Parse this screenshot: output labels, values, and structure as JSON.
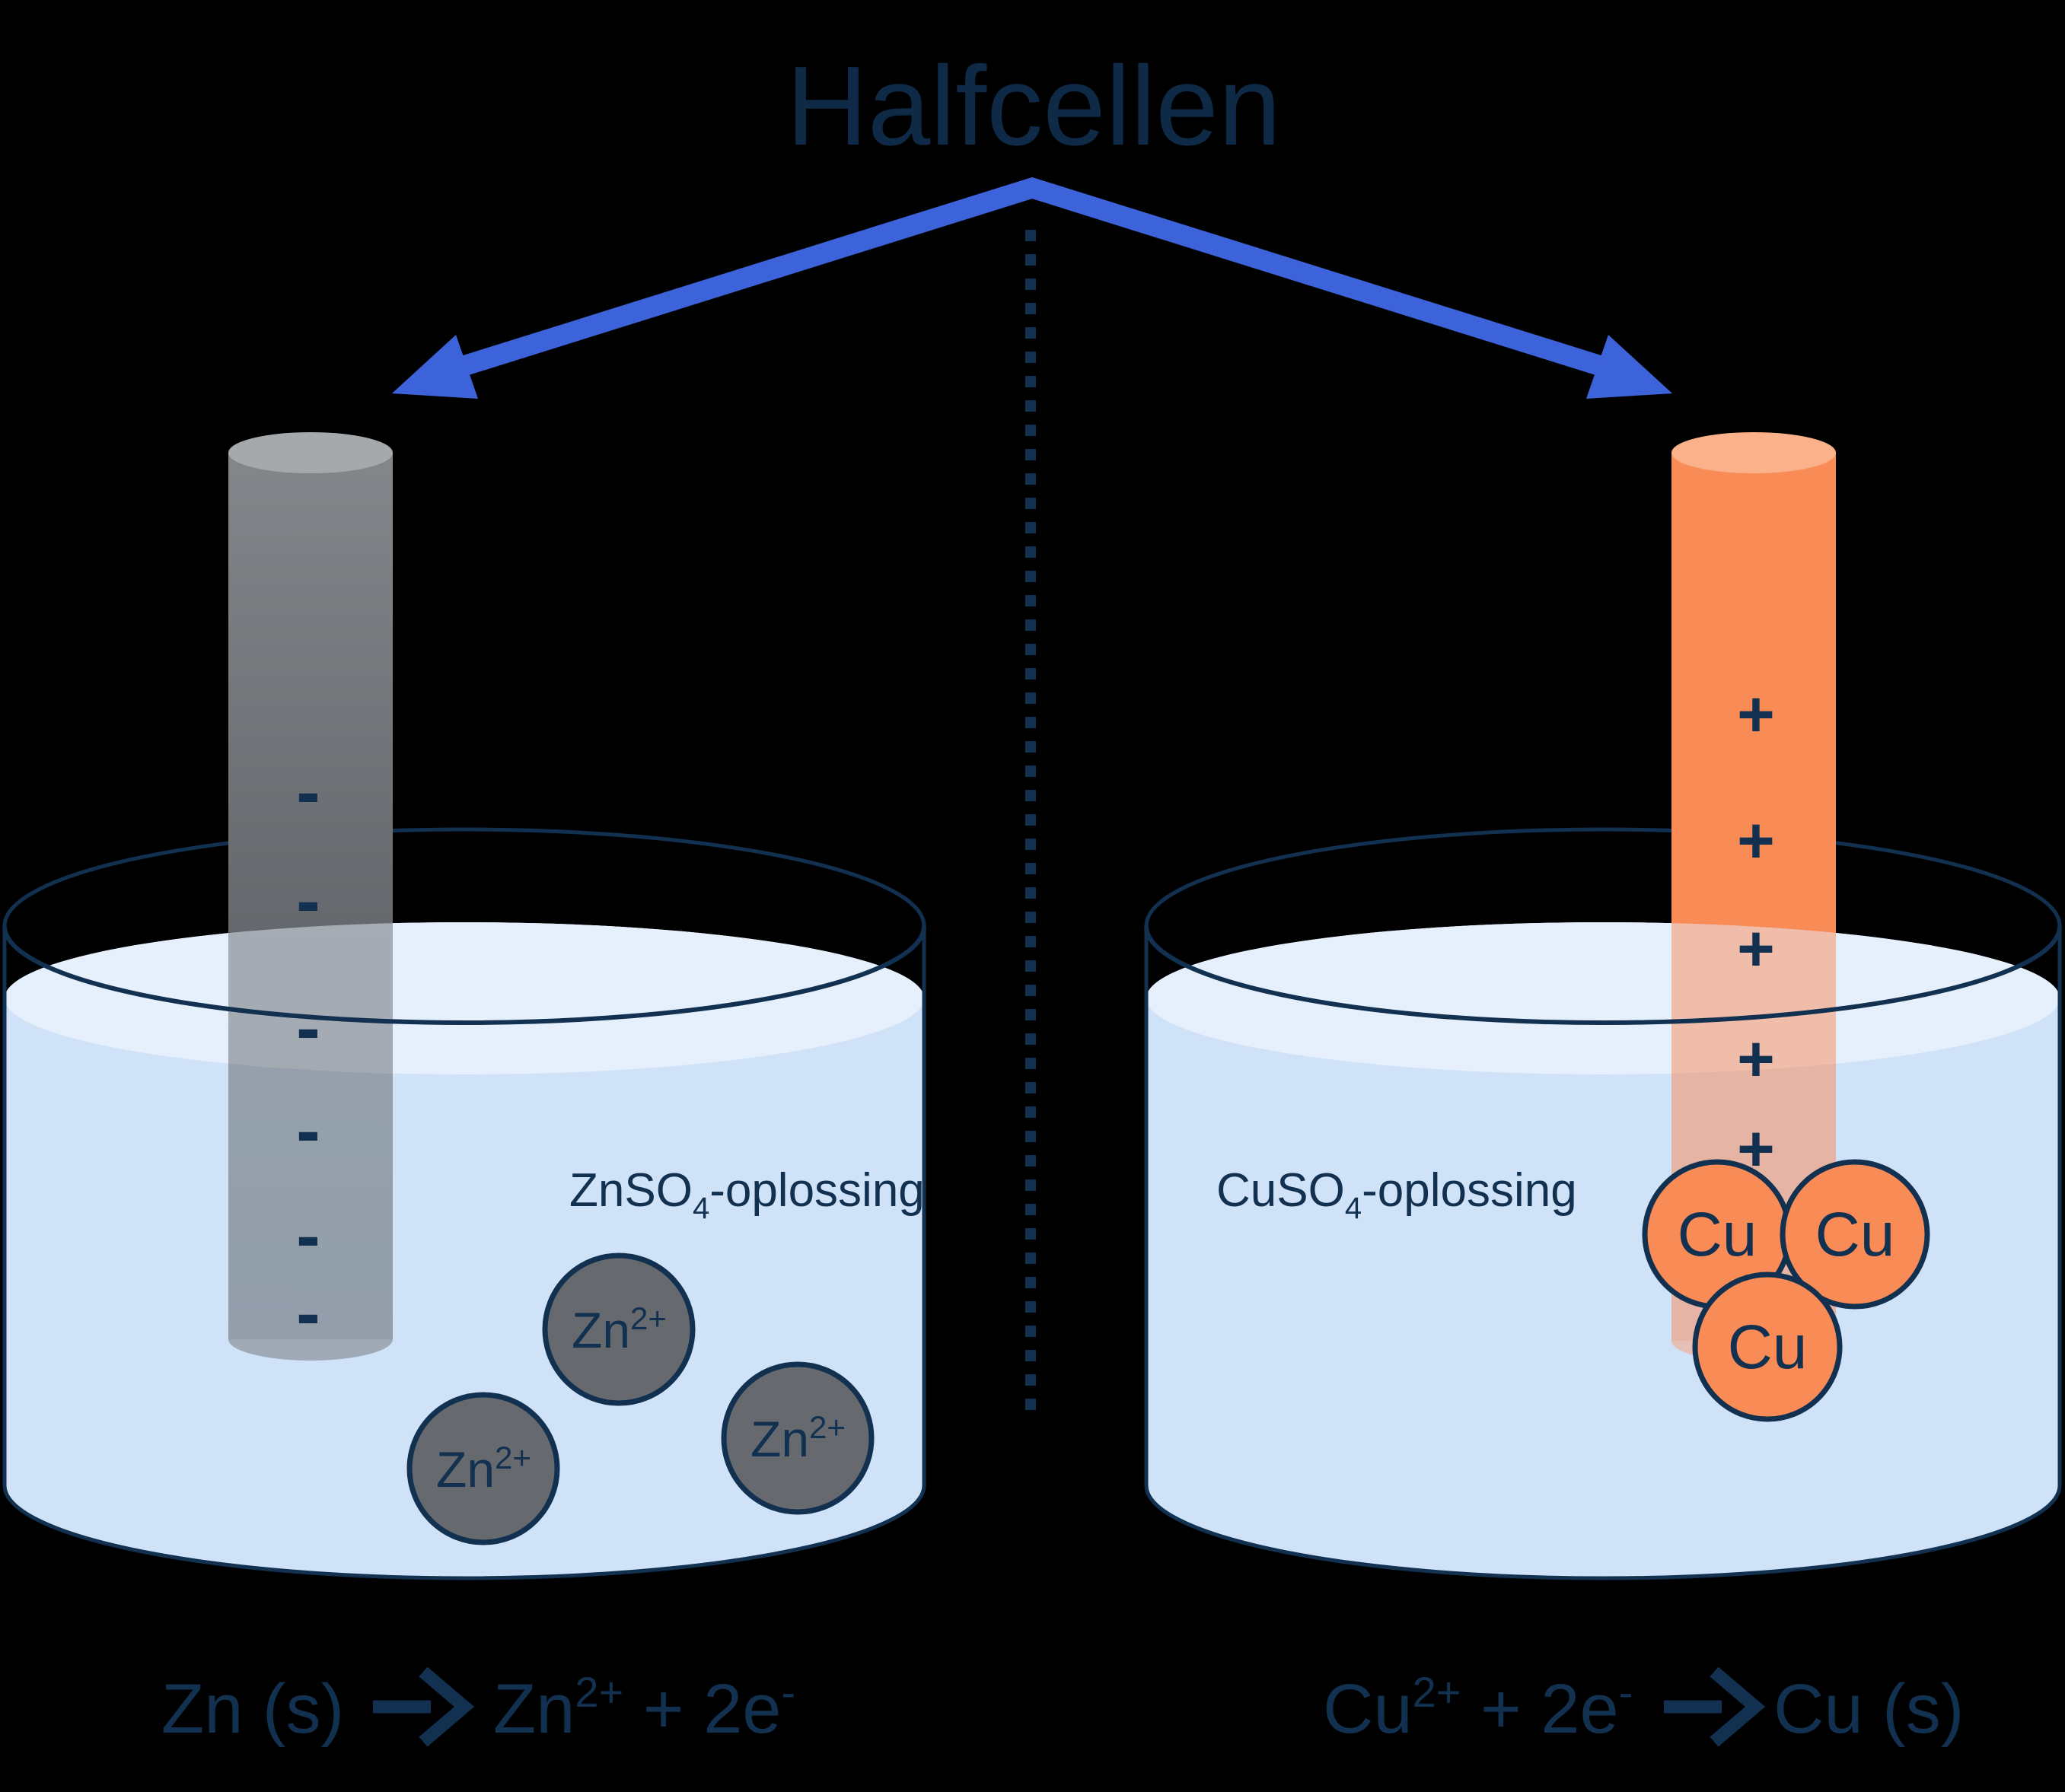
{
  "title": "Halfcellen",
  "left_half_cell": {
    "electrode": "zinc",
    "electrode_sign": "-",
    "solution_label": {
      "base": "ZnSO",
      "subscript": "4",
      "suffix": "-oplossing"
    },
    "ion": {
      "symbol": "Zn",
      "charge": "2+"
    },
    "equation": {
      "reactant": "Zn (s)",
      "arrow": "→",
      "product": "Zn",
      "product_charge": "2+",
      "plus_electrons": " + 2e",
      "electron_charge": "-"
    }
  },
  "right_half_cell": {
    "electrode": "copper",
    "electrode_sign": "+",
    "solution_label": {
      "base": "CuSO",
      "subscript": "4",
      "suffix": "-oplossing"
    },
    "ion": {
      "symbol": "Cu"
    },
    "equation": {
      "reactant": "Cu",
      "reactant_charge": "2+",
      "plus_electrons": " + 2e",
      "electron_charge": "-",
      "arrow": "→",
      "product": "Cu (s)"
    }
  },
  "colors": {
    "background": "#000000",
    "title_navy": "#0e2a47",
    "outline_navy": "#12304f",
    "arrow_blue": "#3d63da",
    "solution_blue": "#cfe2f8",
    "solution_surface_blue": "#e6f0fc",
    "zinc_gray": "#66696d",
    "zinc_gray_light": "#a6a9ac",
    "copper_orange": "#f98b57",
    "copper_orange_light": "#fbb28b"
  }
}
